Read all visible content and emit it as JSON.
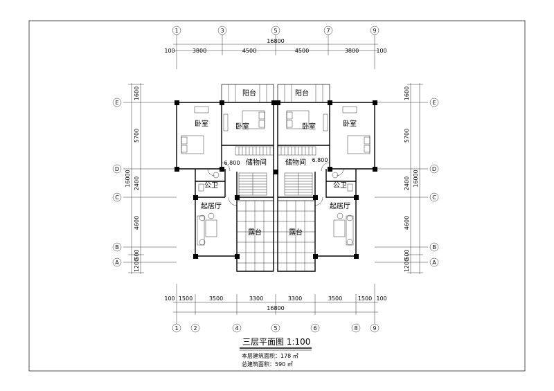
{
  "title": "三层平面图 1:100",
  "info": {
    "floor_area": "本层建筑面积：178 ㎡",
    "total_area": "总建筑面积：590 ㎡"
  },
  "top_dims": {
    "total": "16800",
    "edge_left": "100",
    "edge_right": "100",
    "segments": [
      "3800",
      "4500",
      "4500",
      "3800"
    ],
    "axes": [
      "1",
      "3",
      "5",
      "7",
      "9"
    ]
  },
  "bottom_dims": {
    "total": "16800",
    "edge_left": "100",
    "edge_right": "100",
    "segments": [
      "1500",
      "3500",
      "3300",
      "3300",
      "3500",
      "1500"
    ],
    "axes": [
      "1",
      "2",
      "4",
      "5",
      "6",
      "8",
      "9"
    ]
  },
  "side_dims": {
    "segments": [
      "1600",
      "5700",
      "2400",
      "4600",
      "500",
      "1200"
    ],
    "total": "16000",
    "axes": [
      "E",
      "D",
      "C",
      "B",
      "A"
    ]
  },
  "rooms": {
    "balcony": "阳台",
    "bedroom": "卧室",
    "storage": "储物间",
    "bathroom": "公卫",
    "living": "起居厅",
    "terrace": "露台",
    "elevation": "6.800"
  }
}
